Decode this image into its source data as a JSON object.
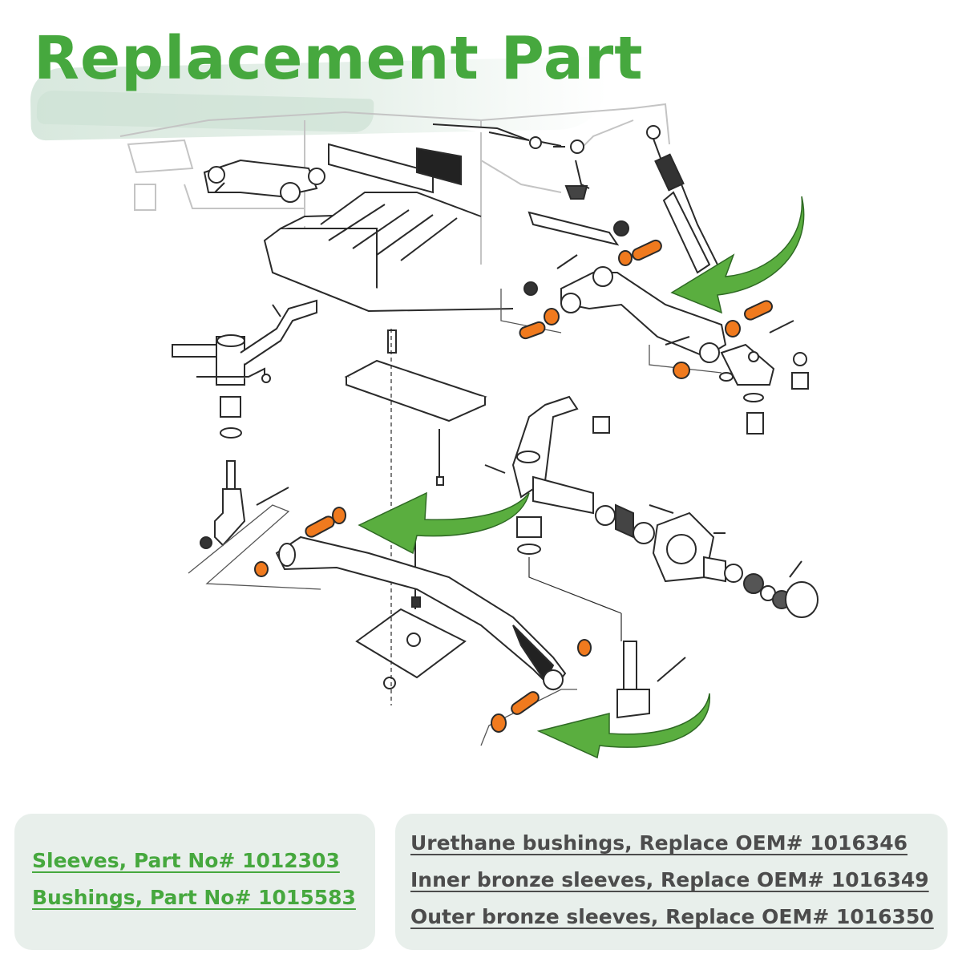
{
  "title": "Replacement Part",
  "colors": {
    "title_green": "#46a83e",
    "arrow_green": "#5aae3f",
    "highlight_orange": "#f07a1e",
    "panel_bg": "#e8efeb",
    "grey_text": "#4c4c4c"
  },
  "left_panel": {
    "lines": [
      "Sleeves, Part No# 1012303",
      "Bushings, Part No# 1015583"
    ]
  },
  "right_panel": {
    "lines": [
      "Urethane bushings, Replace OEM# 1016346",
      "Inner bronze sleeves, Replace OEM# 1016349",
      "Outer bronze sleeves, Replace OEM# 1016350"
    ]
  },
  "icons": [
    "curved-arrow-icon",
    "bushing-icon",
    "sleeve-icon"
  ]
}
